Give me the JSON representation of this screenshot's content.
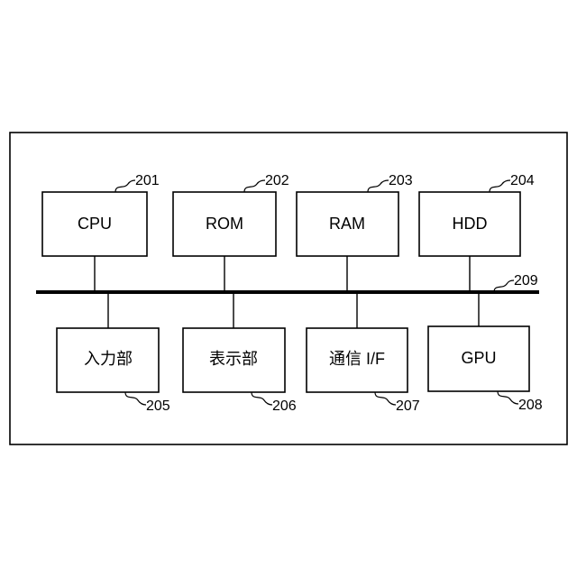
{
  "diagram": {
    "top_blocks": [
      {
        "label": "CPU",
        "ref": "201"
      },
      {
        "label": "ROM",
        "ref": "202"
      },
      {
        "label": "RAM",
        "ref": "203"
      },
      {
        "label": "HDD",
        "ref": "204"
      }
    ],
    "bus_ref": "209",
    "bottom_blocks": [
      {
        "label": "入力部",
        "ref": "205"
      },
      {
        "label": "表示部",
        "ref": "206"
      },
      {
        "label": "通信 I/F",
        "ref": "207"
      },
      {
        "label": "GPU",
        "ref": "208"
      }
    ]
  }
}
